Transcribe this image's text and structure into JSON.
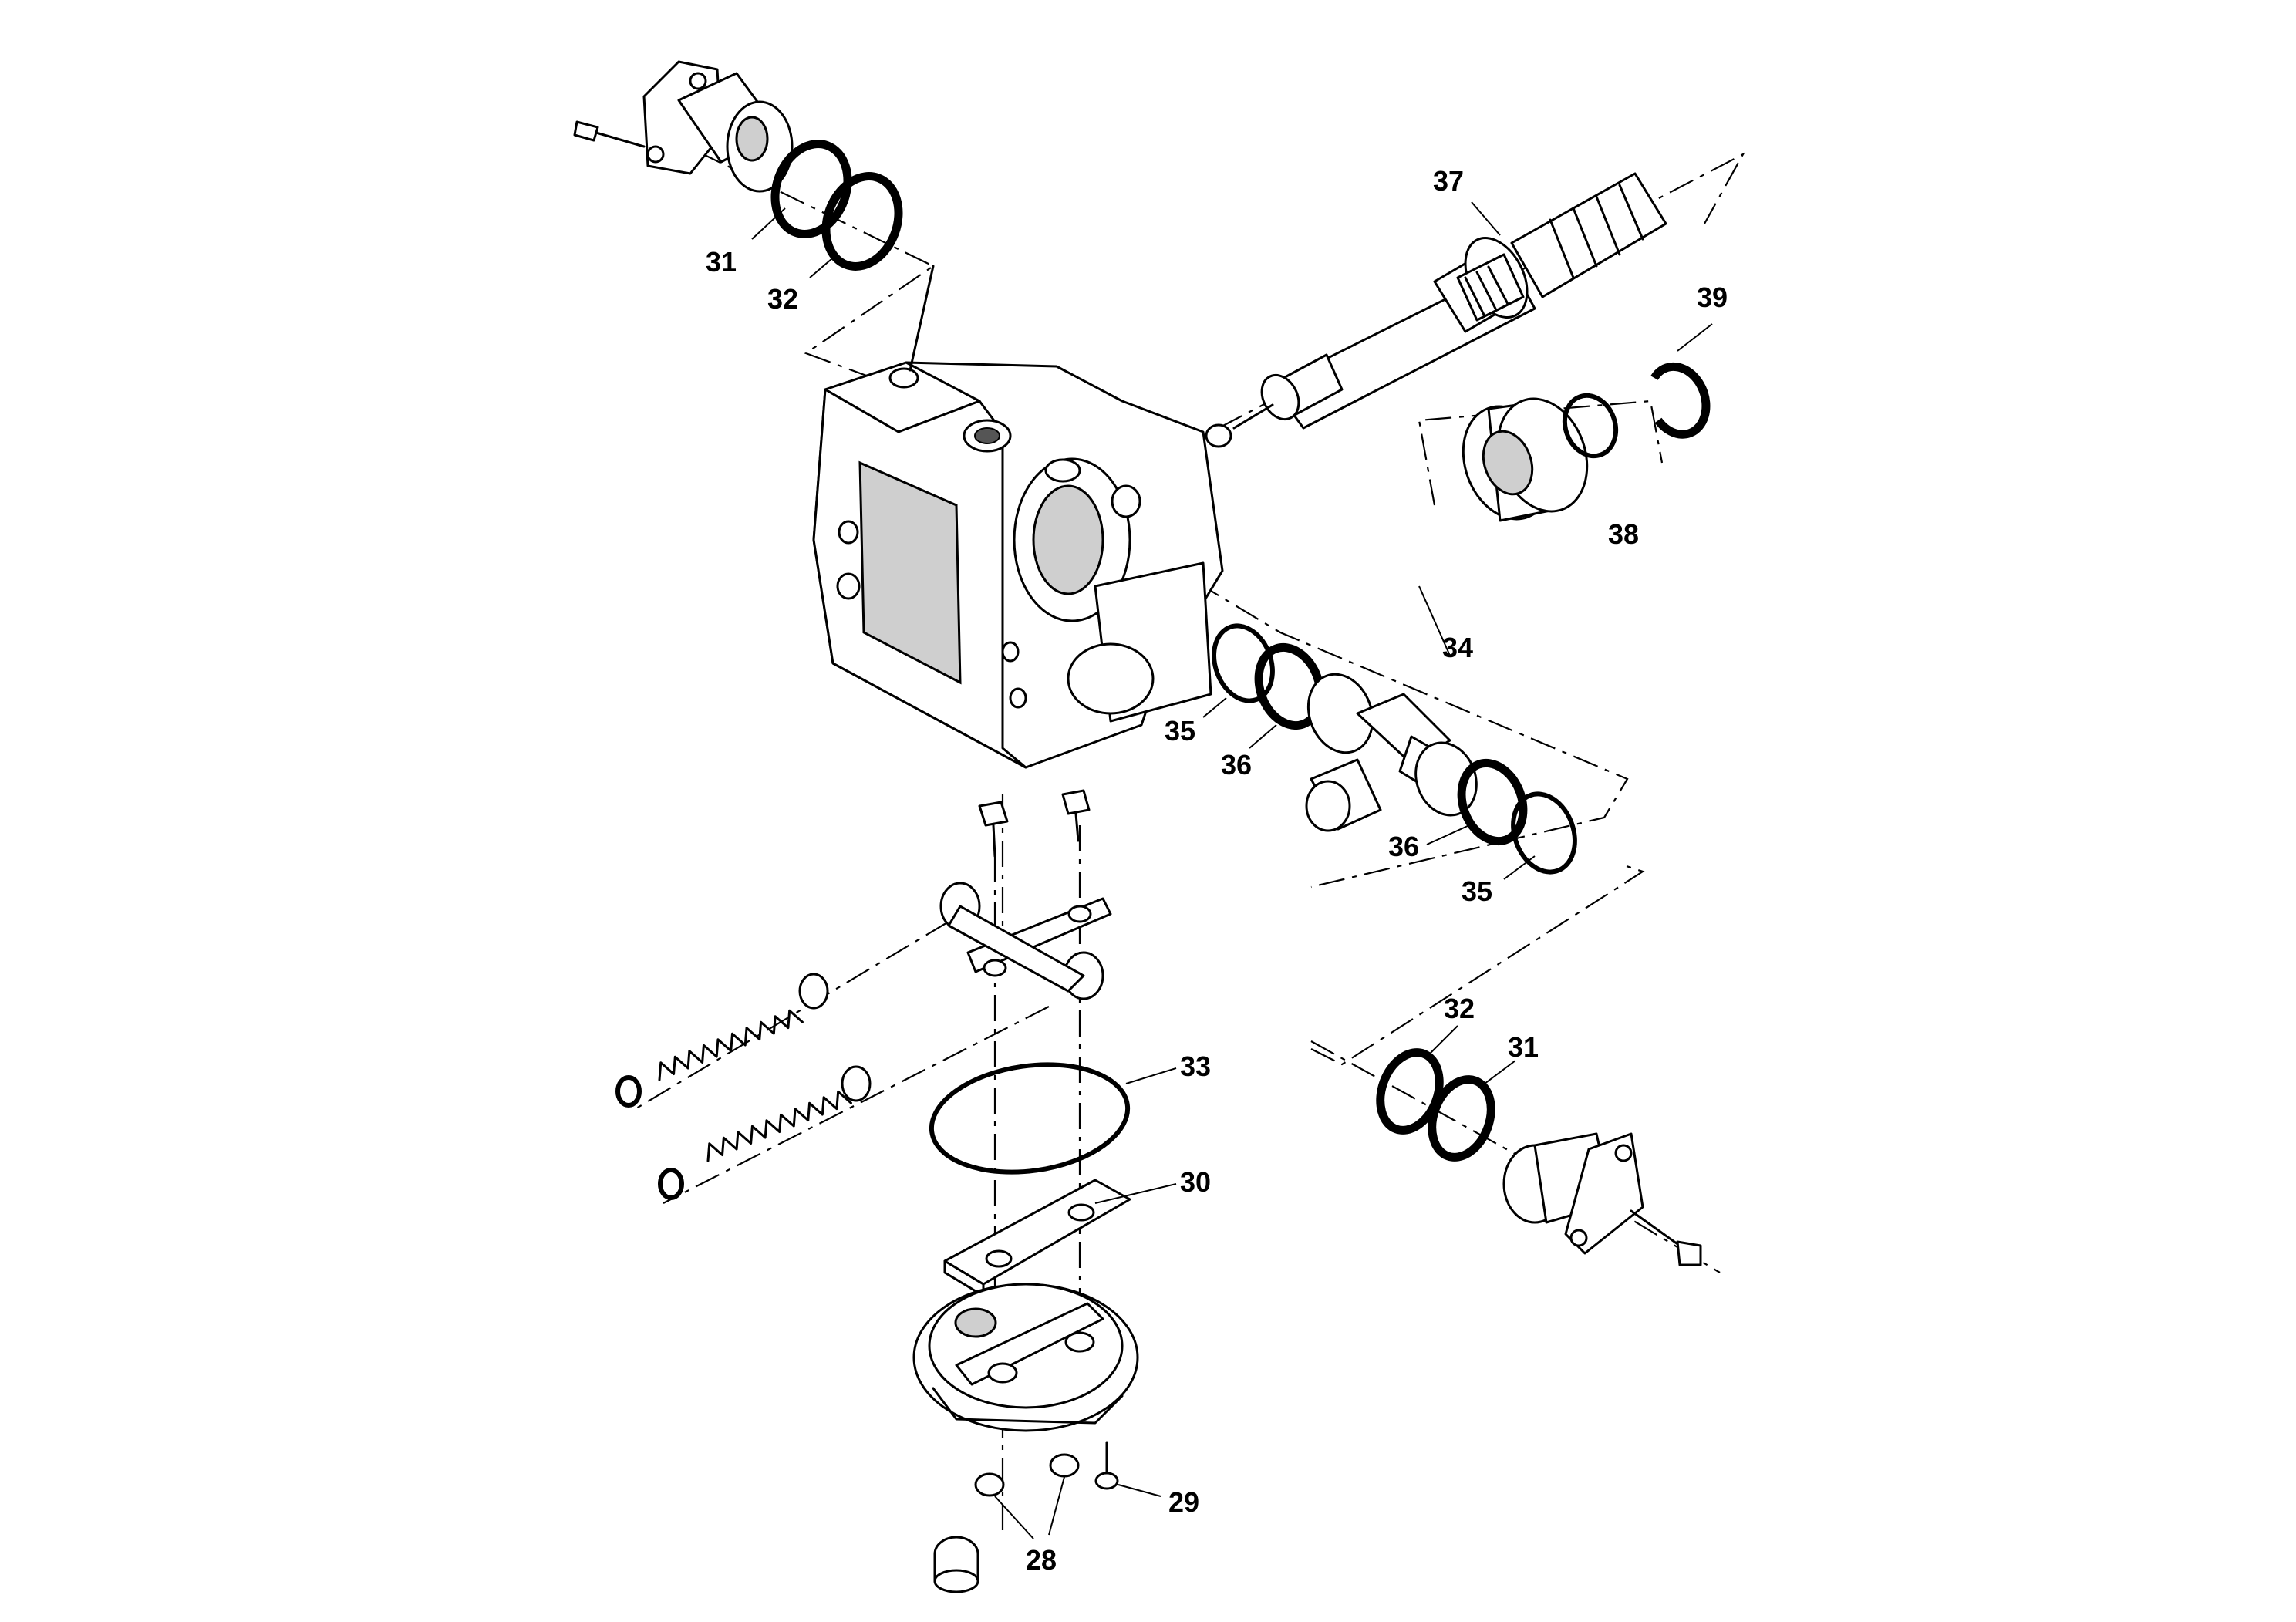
{
  "diagram": {
    "callouts": {
      "c28": "28",
      "c29": "29",
      "c30": "30",
      "c31_top": "31",
      "c31_right": "31",
      "c32_top": "32",
      "c32_right": "32",
      "c33": "33",
      "c34": "34",
      "c35_left": "35",
      "c35_right": "35",
      "c36_left": "36",
      "c36_right": "36",
      "c37": "37",
      "c38": "38",
      "c39": "39"
    }
  }
}
